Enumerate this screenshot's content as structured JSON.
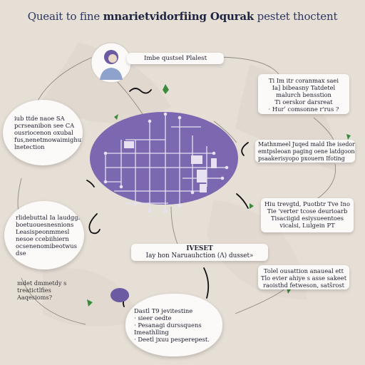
{
  "title": {
    "part1": "Queait to fine ",
    "part2": "mnarietvidorfiing Oqurak",
    "part3": "  pestet thoctent"
  },
  "top_card": {
    "text": "Imbe qustsel Plalest"
  },
  "right_card_1": {
    "lines": [
      "Ti Im itr coranmax saei",
      "Ia] bibeasny Tatdetel",
      "malurch bensstion",
      "Ti oerskor darsreat",
      "· Hurʹ comsonne r'rus ?"
    ]
  },
  "left_bubble_1": {
    "lines": [
      "iub ttde naoe SA",
      "pcrseanibon see CA",
      "ousriocenon oxubal",
      "fus,nenetmowaimighun",
      "lnetection"
    ]
  },
  "right_card_2": {
    "lines": [
      "Mathnmeel Juqed  mald Ihe isedor",
      "emtpsleoan paging oene latdgoone",
      "psaakerisyopo pxouern Ifoting"
    ]
  },
  "right_card_3": {
    "lines": [
      "Hiu trevgtd, Puotbtr Tve Ino",
      "Tie 'verter tcose deurioarb",
      "Tisaciigid esiysueentoes",
      "vicalsi, Lulgein PT"
    ]
  },
  "left_bubble_2": {
    "lines": [
      "rlidebuttal Ia laudggl",
      "boetuouesnesnions",
      "Leasispeonmmesl",
      "nesoe ccebiihiern",
      "ocsenenomibeotwus",
      "dse"
    ]
  },
  "center_card": {
    "lines": [
      "IVESET",
      "Iay hon Naruauhction (Λ) dusset»"
    ]
  },
  "right_card_4": {
    "lines": [
      "Tolel ousattion anaueal ett",
      "Tlo evier ahiye s asse sakeet",
      "raoisthd fetweson, satšrost"
    ]
  },
  "left_note": {
    "lines": [
      "mdet dmmetdy s",
      "treatictlfies",
      "Aaqesioms?"
    ]
  },
  "bottom_bubble": {
    "lines": [
      "Dastl T9 jevitestine",
      "· sieer oedte",
      "· Pesanagi  durssquens",
      "Imeathlling",
      "· Deetl jxuu pesperepest."
    ]
  },
  "colors": {
    "accent_purple": "#7b68b0",
    "circuit_line": "#e7e1f2",
    "leaf_green": "#3a8b3c",
    "background": "#e6dfd6"
  },
  "icons": [
    "user-avatar-icon",
    "leaf-icon",
    "circuit-graphic"
  ]
}
